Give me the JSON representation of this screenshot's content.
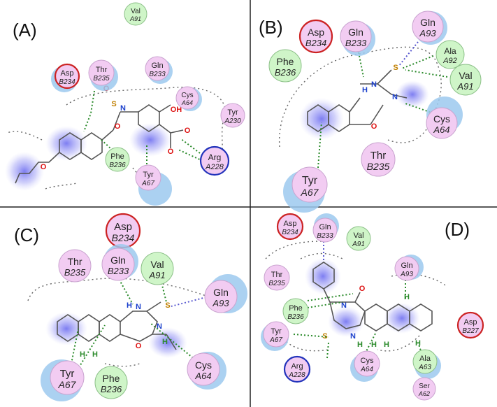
{
  "colors": {
    "polar_fill": "#f2ccf2",
    "polar_stroke": "#c9a3cf",
    "hydrophobic_fill": "#cff5c8",
    "hydrophobic_stroke": "#8cc088",
    "acidic_stroke": "#cc2222",
    "basic_stroke": "#2233bb",
    "exposure_halo": "#9cc9ee",
    "hbond_line": "#2a8a2a",
    "pi_line": "#5a5ad0",
    "ligand_glow": "#7f7ff0"
  },
  "panels": [
    {
      "id": "A",
      "label": "(A)",
      "residues": [
        {
          "name": "Val",
          "chain": "A91",
          "type": "hydrophobic"
        },
        {
          "name": "Asp",
          "chain": "B234",
          "type": "acidic"
        },
        {
          "name": "Thr",
          "chain": "B235",
          "type": "polar"
        },
        {
          "name": "Gln",
          "chain": "B233",
          "type": "polar"
        },
        {
          "name": "Cys",
          "chain": "A64",
          "type": "polar"
        },
        {
          "name": "Tyr",
          "chain": "A230",
          "type": "polar"
        },
        {
          "name": "Phe",
          "chain": "B236",
          "type": "hydrophobic"
        },
        {
          "name": "Tyr",
          "chain": "A67",
          "type": "polar"
        },
        {
          "name": "Arg",
          "chain": "A228",
          "type": "basic"
        }
      ],
      "atoms": [
        "S",
        "O",
        "O",
        "N",
        "OH",
        "O",
        "O",
        "O"
      ]
    },
    {
      "id": "B",
      "label": "(B)",
      "residues": [
        {
          "name": "Asp",
          "chain": "B234",
          "type": "acidic"
        },
        {
          "name": "Gln",
          "chain": "B233",
          "type": "polar"
        },
        {
          "name": "Gln",
          "chain": "A93",
          "type": "polar"
        },
        {
          "name": "Phe",
          "chain": "B236",
          "type": "hydrophobic"
        },
        {
          "name": "Ala",
          "chain": "A92",
          "type": "hydrophobic"
        },
        {
          "name": "Val",
          "chain": "A91",
          "type": "hydrophobic"
        },
        {
          "name": "Cys",
          "chain": "A64",
          "type": "polar"
        },
        {
          "name": "Thr",
          "chain": "B235",
          "type": "polar"
        },
        {
          "name": "Tyr",
          "chain": "A67",
          "type": "polar"
        }
      ],
      "atoms": [
        "H",
        "N",
        "S",
        "N",
        "O"
      ]
    },
    {
      "id": "C",
      "label": "(C)",
      "residues": [
        {
          "name": "Asp",
          "chain": "B234",
          "type": "acidic"
        },
        {
          "name": "Thr",
          "chain": "B235",
          "type": "polar"
        },
        {
          "name": "Gln",
          "chain": "B233",
          "type": "polar"
        },
        {
          "name": "Val",
          "chain": "A91",
          "type": "hydrophobic"
        },
        {
          "name": "Gln",
          "chain": "A93",
          "type": "polar"
        },
        {
          "name": "Cys",
          "chain": "A64",
          "type": "polar"
        },
        {
          "name": "Tyr",
          "chain": "A67",
          "type": "polar"
        },
        {
          "name": "Phe",
          "chain": "B236",
          "type": "hydrophobic"
        }
      ],
      "atoms": [
        "H",
        "N",
        "S",
        "N",
        "O",
        "H",
        "H",
        "H"
      ]
    },
    {
      "id": "D",
      "label": "(D)",
      "residues": [
        {
          "name": "Asp",
          "chain": "B234",
          "type": "acidic"
        },
        {
          "name": "Gln",
          "chain": "B233",
          "type": "polar"
        },
        {
          "name": "Val",
          "chain": "A91",
          "type": "hydrophobic"
        },
        {
          "name": "Thr",
          "chain": "B235",
          "type": "polar"
        },
        {
          "name": "Gln",
          "chain": "A93",
          "type": "polar"
        },
        {
          "name": "Phe",
          "chain": "B236",
          "type": "hydrophobic"
        },
        {
          "name": "Tyr",
          "chain": "A67",
          "type": "polar"
        },
        {
          "name": "Asp",
          "chain": "B227",
          "type": "acidic"
        },
        {
          "name": "Arg",
          "chain": "A228",
          "type": "basic"
        },
        {
          "name": "Cys",
          "chain": "A64",
          "type": "polar"
        },
        {
          "name": "Ala",
          "chain": "A63",
          "type": "hydrophobic"
        },
        {
          "name": "Ser",
          "chain": "A62",
          "type": "polar"
        }
      ],
      "atoms": [
        "O",
        "N",
        "N",
        "S",
        "H",
        "H",
        "H",
        "H",
        "H"
      ]
    }
  ]
}
